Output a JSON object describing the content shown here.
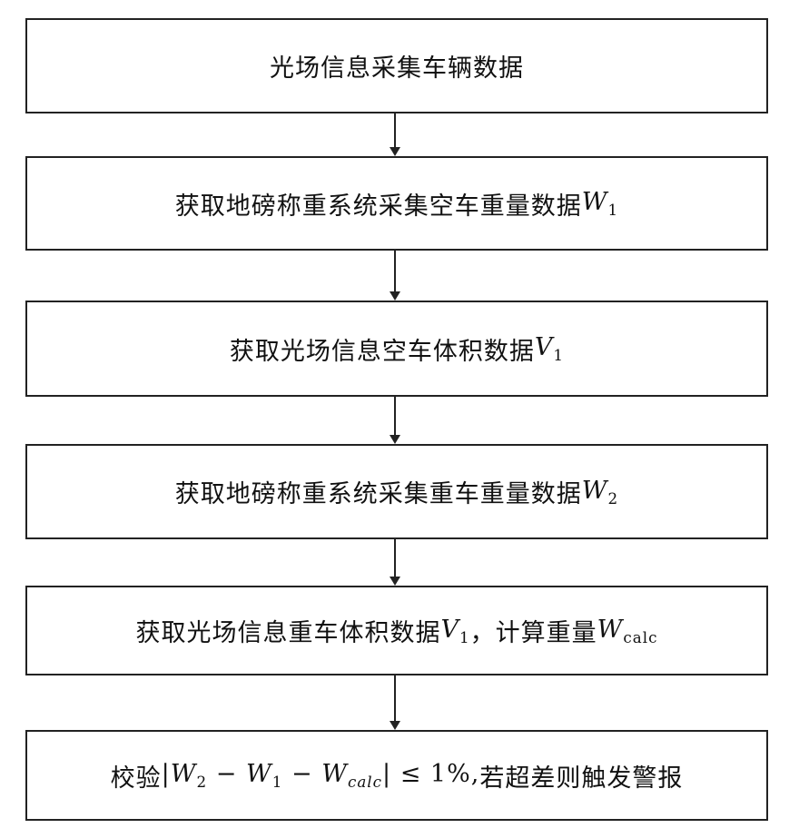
{
  "steps": [
    {
      "text": "光场信息采集车辆数据"
    },
    {
      "text": "获取地磅称重系统采集空车重量数据",
      "var": "W",
      "sub": "1"
    },
    {
      "text": "获取光场信息空车体积数据",
      "var": "V",
      "sub": "1"
    },
    {
      "text": "获取地磅称重系统采集重车重量数据",
      "var": "W",
      "sub": "2"
    },
    {
      "text": "获取光场信息重车体积数据",
      "var": "V",
      "sub": "1",
      "text2": "，计算重量",
      "var2": "W",
      "sub2": "calc"
    },
    {
      "text": "校验",
      "formula_open": "|",
      "t1_var": "W",
      "t1_sub": "2",
      "minus": " − ",
      "t2_var": "W",
      "t2_sub": "1",
      "t3_var": "W",
      "t3_sub": "calc",
      "formula_close": "| ≤ 1%,",
      "text_after": "若超差则触发警报"
    }
  ]
}
